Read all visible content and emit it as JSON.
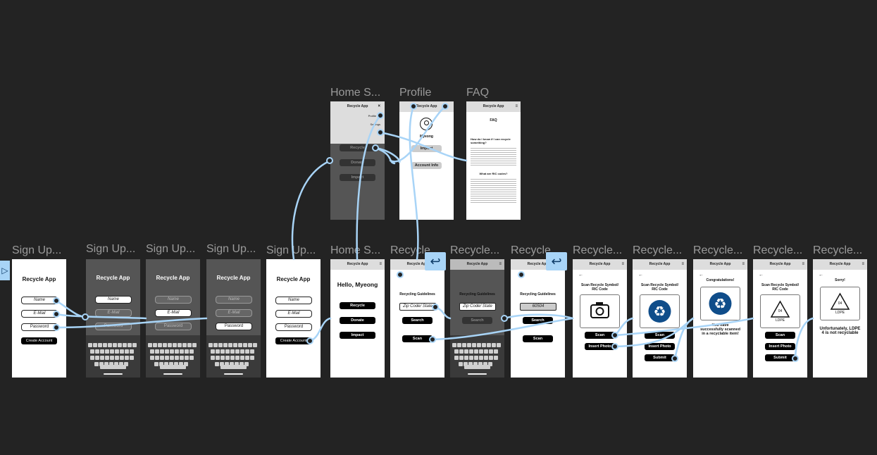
{
  "frames": {
    "signup1": {
      "label": "Sign Up...",
      "title": "Recycle App",
      "name": "Name",
      "email": "E-Mail",
      "password": "Password",
      "create": "Create Account"
    },
    "signup2": {
      "label": "Sign Up...",
      "title": "Recycle App",
      "name": "Name",
      "email": "E-Mail",
      "password": "Password"
    },
    "signup3": {
      "label": "Sign Up...",
      "title": "Recycle App",
      "name": "Name",
      "email": "E-Mail",
      "password": "Password"
    },
    "signup4": {
      "label": "Sign Up...",
      "title": "Recycle App",
      "name": "Name",
      "email": "E-Mail",
      "password": "Password"
    },
    "signup5": {
      "label": "Sign Up...",
      "title": "Recycle App",
      "name": "Name",
      "email": "E-Mail",
      "password": "Password",
      "create": "Create Account"
    },
    "home": {
      "label": "Home S...",
      "bar": "Recycle App",
      "hello": "Hello, Myeong",
      "recycle": "Recycle",
      "donate": "Donate",
      "impact": "Impact"
    },
    "homeMenu": {
      "label": "Home S...",
      "bar": "Recycle App",
      "close": "×",
      "profile": "Profile",
      "settings": "Settings",
      "recycle": "Recycle",
      "donate": "Donate",
      "impact": "Impact"
    },
    "profile": {
      "label": "Profile",
      "bar": "Recycle App",
      "name": "Myeong",
      "impact": "Impact",
      "account": "Account Info"
    },
    "faq": {
      "label": "FAQ",
      "bar": "Recycle App",
      "heading": "FAQ",
      "q1": "How do I know if I can recycle something?",
      "q2": "What are RIC codes?"
    },
    "recycle1": {
      "label": "Recycle...",
      "bar": "Recycle App",
      "guidelines": "Recycling Guidelines",
      "zip": "Zip Code/ State",
      "search": "Search",
      "scan": "Scan"
    },
    "recycle2": {
      "label": "Recycle...",
      "bar": "Recycle App",
      "guidelines": "Recycling Guidelines",
      "zip": "Zip Code/ State",
      "search": "Search"
    },
    "recycle3": {
      "label": "Recycle...",
      "bar": "Recycle App",
      "guidelines": "Recycling Guidelines",
      "zip": "60504",
      "search": "Search",
      "scan": "Scan"
    },
    "scan1": {
      "label": "Recycle...",
      "bar": "Recycle App",
      "heading": "Scan  Recycle Symbol/ RIC Code",
      "scan": "Scan",
      "insert": "Insert Photo"
    },
    "scan2": {
      "label": "Recycle...",
      "bar": "Recycle App",
      "heading": "Scan  Recycle Symbol/ RIC Code",
      "scan": "Scan",
      "insert": "Insert Photo",
      "submit": "Submit"
    },
    "congrats": {
      "label": "Recycle...",
      "bar": "Recycle App",
      "heading": "Congratulations!",
      "message": "You have successfully scanned in a recyclable item!"
    },
    "scan3": {
      "label": "Recycle...",
      "bar": "Recycle App",
      "heading": "Scan  Recycle Symbol/ RIC Code",
      "code": "04",
      "codeName": "LDPE",
      "scan": "Scan",
      "insert": "Insert Photo",
      "submit": "Submit"
    },
    "sorry": {
      "label": "Recycle...",
      "bar": "Recycle App",
      "heading": "Sorry!",
      "code": "04",
      "codeName": "LDPE",
      "message": "Unfortunately, LDPE 4 is not recyclable"
    }
  },
  "colors": {
    "canvas": "#232323",
    "wire": "#a8d4f7",
    "label": "#9a9a9a"
  },
  "icons": {
    "play": "play-icon",
    "back": "back-arrow-icon",
    "camera": "camera-icon",
    "recycle": "recycle-symbol-icon",
    "profile": "profile-icon",
    "menu": "menu-icon"
  }
}
